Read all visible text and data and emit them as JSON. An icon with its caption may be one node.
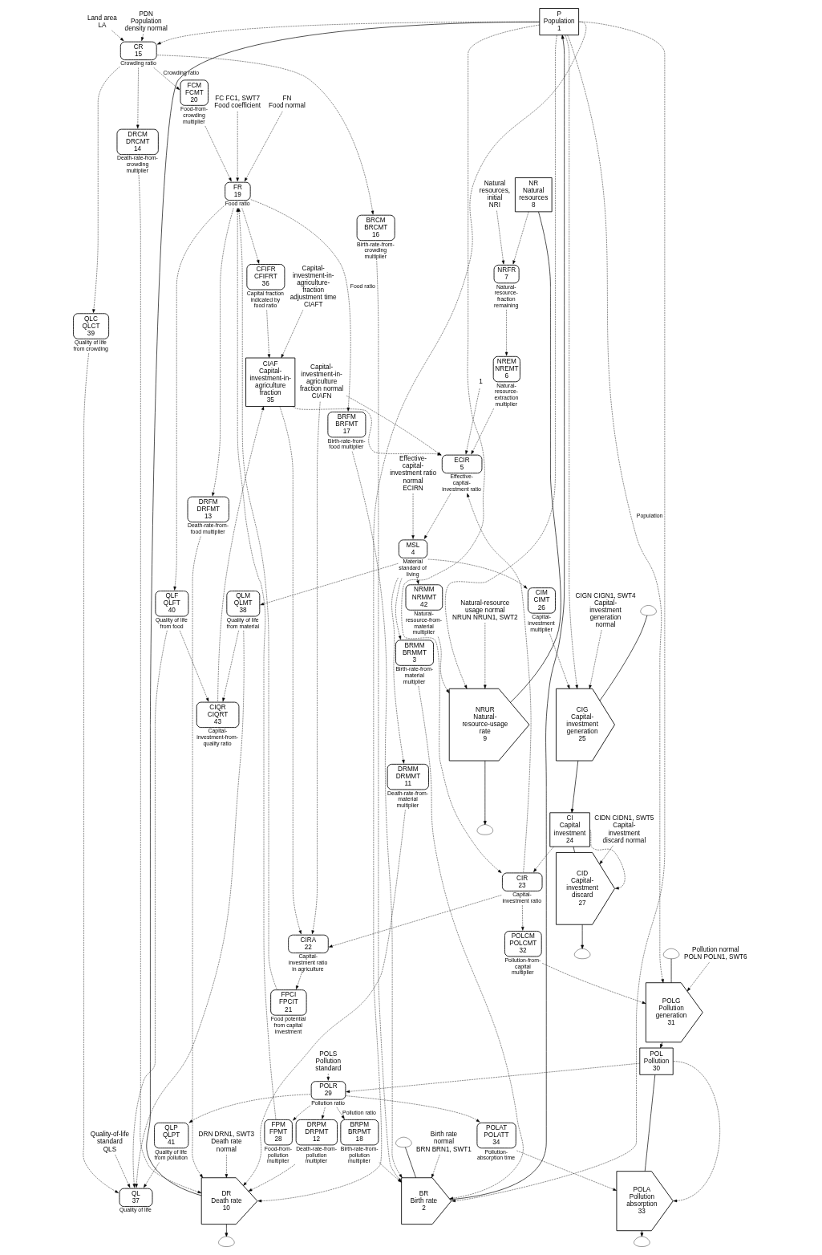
{
  "diagram": {
    "nodes": [
      {
        "text": [
          "P",
          "Population",
          "1"
        ]
      },
      {
        "text": [
          "BR",
          "Birth rate",
          "2"
        ]
      },
      {
        "text": [
          "DR",
          "Death rate",
          "10"
        ]
      },
      {
        "text": [],
        "shape": "cloud"
      },
      {
        "text": [],
        "shape": "cloud"
      },
      {
        "text": [
          "BRMM",
          "BRMMT",
          "3"
        ],
        "beside": [
          "Birth-rate-from-material multiplier"
        ]
      },
      {
        "text": [
          "Birth rate normal",
          "BRN BRN1, SWT1"
        ]
      },
      {
        "text": [
          "DRN DRN1, SWT3",
          "Death rate normal"
        ]
      },
      {
        "text": [
          "DRMM",
          "DRMMT",
          "11"
        ],
        "beside": [
          "Death-rate-from-material multiplier"
        ]
      },
      {
        "text": [
          "BRFM",
          "BRFMT",
          "17"
        ],
        "beside": [
          "Birth-rate-from-food multiplier"
        ]
      },
      {
        "text": [
          "BRCM",
          "BRCMT",
          "16"
        ],
        "beside": [
          "Birth-rate-from-crowding multiplier"
        ]
      },
      {
        "text": [
          "CR",
          "15"
        ],
        "beside": [
          "Crowding ratio"
        ]
      },
      {
        "text": [
          "DRCM",
          "DRCMT",
          "14"
        ],
        "beside": [
          "Death-rate-from-crowding multiplier"
        ]
      },
      {
        "text": [
          "DRFM",
          "DRFMT",
          "13"
        ],
        "beside": [
          "Death-rate-from-food multiplier"
        ]
      },
      {
        "text": [
          "Land area",
          "LA"
        ]
      },
      {
        "text": [
          "PDN",
          "Population density normal"
        ]
      },
      {
        "text": [
          "BRPM",
          "BRPMT",
          "18"
        ],
        "beside": [
          "Birth-rate-from-pollution multiplier"
        ]
      },
      {
        "text": [
          "DRPM",
          "DRPMT",
          "12"
        ],
        "beside": [
          "Death-rate-from-pollution multiplier"
        ]
      },
      {
        "text": [
          "FR",
          "19"
        ],
        "beside": [
          "Food ratio"
        ]
      },
      {
        "text": [
          "FC FC1, SWT7",
          "Food coefficient"
        ]
      },
      {
        "text": [
          "FN",
          "Food normal"
        ]
      },
      {
        "text": [
          "FPCI",
          "FPCIT",
          "21"
        ],
        "beside": [
          "Food potential from capital investment"
        ]
      },
      {
        "text": [
          "FCM",
          "FCMT",
          "20"
        ],
        "beside": [
          "Food-from-crowding multiplier"
        ]
      },
      {
        "text": [
          "FPM",
          "FPMT",
          "28"
        ],
        "beside": [
          "Food-from-pollution multiplier"
        ]
      },
      {
        "text": [
          "POLG",
          "Pollution generation",
          "31"
        ]
      },
      {
        "text": [
          "POL",
          "Pollution",
          "30"
        ]
      },
      {
        "text": [
          "POLA",
          "Pollution absorption",
          "33"
        ]
      },
      {
        "text": [],
        "shape": "cloud"
      },
      {
        "text": [],
        "shape": "cloud"
      },
      {
        "text": [
          "Pollution normal",
          "POLN POLN1, SWT6"
        ]
      },
      {
        "text": [
          "POLCM",
          "POLCMT",
          "32"
        ],
        "beside": [
          "Pollution-from-capital multiplier"
        ]
      },
      {
        "text": [
          "POLR",
          "29"
        ],
        "beside": [
          "Pollution ratio"
        ]
      },
      {
        "text": [
          "POLS",
          "Pollution standard"
        ]
      },
      {
        "text": [
          "POLAT",
          "POLATT",
          "34"
        ],
        "beside": [
          "Pollution-absorption time"
        ]
      },
      {
        "text": [
          "CFIFR",
          "CFIFRT",
          "36"
        ],
        "beside": [
          "Capital fraction indicated by food ratio"
        ]
      },
      {
        "text": [
          "QLC",
          "QLCT",
          "39"
        ],
        "beside": [
          "Quality of life from crowding"
        ]
      },
      {
        "text": [
          "QLP",
          "QLPT",
          "41"
        ],
        "beside": [
          "Quality of life from pollution"
        ]
      },
      {
        "text": [
          "QLF",
          "QLFT",
          "40"
        ],
        "beside": [
          "Quality of life from food"
        ]
      },
      {
        "text": [
          "QL",
          "37"
        ],
        "beside": [
          "Quality of life"
        ]
      },
      {
        "text": [
          "Quality-of-life standard",
          "QLS"
        ]
      },
      {
        "text": [
          "QLM",
          "QLMT",
          "38"
        ],
        "beside": [
          "Quality of life from material"
        ]
      },
      {
        "text": [
          "CIQR",
          "CIQRT",
          "43"
        ],
        "beside": [
          "Capital-investment-from-quality ratio"
        ]
      },
      {
        "text": [
          "CIRA",
          "22"
        ],
        "beside": [
          "Capital-investment ratio in agriculture"
        ]
      },
      {
        "text": [
          "CIAF",
          "Capital-investment-in-agriculture fraction",
          "35"
        ]
      },
      {
        "text": [
          "Capital-investment-in-agriculture-fraction adjustment time",
          "CIAFT"
        ]
      },
      {
        "text": [
          "Capital-investment-in-agriculture fraction normal",
          "CIAFN"
        ]
      },
      {
        "text": [
          "CIR",
          "23"
        ],
        "beside": [
          "Capital-investment ratio"
        ]
      },
      {
        "text": [
          "ECIR",
          "5"
        ],
        "beside": [
          "Effective-capital-investment ratio"
        ]
      },
      {
        "text": [
          "1"
        ]
      },
      {
        "text": [
          "Effective-capital-investment ratio normal",
          "ECIRN"
        ]
      },
      {
        "text": [
          "CIG",
          "Capital-investment generation",
          "25"
        ]
      },
      {
        "text": [
          "CI",
          "Capital investment",
          "24"
        ]
      },
      {
        "text": [
          "CID",
          "Capital-investment discard",
          "27"
        ]
      },
      {
        "text": [],
        "shape": "cloud"
      },
      {
        "text": [],
        "shape": "cloud"
      },
      {
        "text": [
          "CIGN CIGN1, SWT4",
          "Capital-investment generation normal"
        ]
      },
      {
        "text": [
          "CIDN CIDN1, SWT5",
          "Capital-investment discard normal"
        ]
      },
      {
        "text": [
          "CIM",
          "CIMT",
          "26"
        ],
        "beside": [
          "Capital-investment multiplier"
        ]
      },
      {
        "text": [
          "NREM",
          "NREMT",
          "6"
        ],
        "beside": [
          "Natural-resource-extraction multiplier"
        ]
      },
      {
        "text": [
          "NRFR",
          "7"
        ],
        "beside": [
          "Natural-resource-fraction remaining"
        ]
      },
      {
        "text": [
          "MSL",
          "4"
        ],
        "beside": [
          "Material standard of living"
        ]
      },
      {
        "text": [
          "Natural resources, initial",
          "NRI"
        ]
      },
      {
        "text": [
          "NRUR",
          "Natural-resource-usage rate",
          "9"
        ]
      },
      {
        "text": [
          "NR",
          "Natural resources",
          "8"
        ]
      },
      {
        "text": [],
        "shape": "cloud"
      },
      {
        "text": [
          "Natural-resource usage normal",
          "NRUN NRUN1, SWT2"
        ]
      },
      {
        "text": [
          "NRMM",
          "NRMMT",
          "42"
        ],
        "beside": [
          "Natural-resource-from-material multiplier"
        ]
      }
    ],
    "edges": [
      {
        "from": 3,
        "to": 1,
        "arrow": "none"
      },
      {
        "from": 1,
        "to": 0,
        "arrow": "to"
      },
      {
        "from": 0,
        "to": 2,
        "arrow": "none"
      },
      {
        "from": 2,
        "to": 4,
        "arrow": "to"
      },
      {
        "from": 27,
        "to": 24,
        "arrow": "none"
      },
      {
        "from": 24,
        "to": 25,
        "arrow": "to"
      },
      {
        "from": 25,
        "to": 26,
        "arrow": "none"
      },
      {
        "from": 26,
        "to": 28,
        "arrow": "to"
      },
      {
        "from": 53,
        "to": 50,
        "arrow": "none"
      },
      {
        "from": 50,
        "to": 51,
        "arrow": "to"
      },
      {
        "from": 51,
        "to": 52,
        "arrow": "none"
      },
      {
        "from": 52,
        "to": 54,
        "arrow": "to"
      },
      {
        "from": 63,
        "to": 62,
        "arrow": "none"
      },
      {
        "from": 62,
        "to": 64,
        "arrow": "to"
      },
      {
        "from": 0,
        "to": 1,
        "arrow": "to",
        "style": "dashed"
      },
      {
        "from": 0,
        "to": 2,
        "arrow": "to",
        "style": "dashed"
      },
      {
        "from": 5,
        "to": 1,
        "arrow": "to",
        "style": "dashed"
      },
      {
        "from": 6,
        "to": 1,
        "arrow": "to",
        "style": "dashed"
      },
      {
        "from": 9,
        "to": 1,
        "arrow": "to",
        "style": "dashed"
      },
      {
        "from": 10,
        "to": 1,
        "arrow": "to",
        "style": "dashed"
      },
      {
        "from": 16,
        "to": 1,
        "arrow": "to",
        "style": "dashed"
      },
      {
        "from": 7,
        "to": 2,
        "arrow": "to",
        "style": "dashed"
      },
      {
        "from": 8,
        "to": 2,
        "arrow": "to",
        "style": "dashed"
      },
      {
        "from": 12,
        "to": 2,
        "arrow": "to",
        "style": "dashed"
      },
      {
        "from": 13,
        "to": 2,
        "arrow": "to",
        "style": "dashed"
      },
      {
        "from": 17,
        "to": 2,
        "arrow": "to",
        "style": "dashed"
      },
      {
        "from": 0,
        "to": 11,
        "arrow": "to",
        "style": "dashed"
      },
      {
        "from": 14,
        "to": 11,
        "arrow": "to",
        "style": "dashed"
      },
      {
        "from": 15,
        "to": 11,
        "arrow": "to",
        "style": "dashed"
      },
      {
        "from": 11,
        "to": 10,
        "arrow": "to",
        "style": "dashed"
      },
      {
        "from": 11,
        "to": 12,
        "arrow": "to",
        "style": "dashed"
      },
      {
        "from": 11,
        "to": 22,
        "label": "Crowding ratio",
        "arrow": "to",
        "style": "dashed"
      },
      {
        "from": 11,
        "to": 35,
        "arrow": "to",
        "style": "dashed"
      },
      {
        "from": 18,
        "to": 9,
        "label": "Food ratio",
        "arrow": "to",
        "style": "dashed"
      },
      {
        "from": 18,
        "to": 13,
        "arrow": "to",
        "style": "dashed"
      },
      {
        "from": 18,
        "to": 37,
        "arrow": "to",
        "style": "dashed"
      },
      {
        "from": 18,
        "to": 34,
        "arrow": "to",
        "style": "dashed"
      },
      {
        "from": 31,
        "to": 16,
        "label": "Pollution ratio",
        "arrow": "to",
        "style": "dashed"
      },
      {
        "from": 31,
        "to": 17,
        "arrow": "to",
        "style": "dashed"
      },
      {
        "from": 31,
        "to": 23,
        "arrow": "to",
        "style": "dashed"
      },
      {
        "from": 31,
        "to": 36,
        "arrow": "to",
        "style": "dashed"
      },
      {
        "from": 31,
        "to": 33,
        "arrow": "to",
        "style": "dashed"
      },
      {
        "from": 0,
        "to": 24,
        "label": "Population",
        "arrow": "to",
        "style": "dashed"
      },
      {
        "from": 0,
        "to": 50,
        "arrow": "to",
        "style": "dashed"
      },
      {
        "from": 0,
        "to": 62,
        "arrow": "to",
        "style": "dashed"
      },
      {
        "from": 0,
        "to": 46,
        "arrow": "to",
        "style": "dashed"
      },
      {
        "from": 22,
        "to": 18,
        "arrow": "to",
        "style": "dashed"
      },
      {
        "from": 21,
        "to": 18,
        "arrow": "to",
        "style": "dashed"
      },
      {
        "from": 23,
        "to": 18,
        "arrow": "to",
        "style": "dashed"
      },
      {
        "from": 19,
        "to": 18,
        "arrow": "to",
        "style": "dashed"
      },
      {
        "from": 20,
        "to": 18,
        "arrow": "to",
        "style": "dashed"
      },
      {
        "from": 42,
        "to": 21,
        "arrow": "to",
        "style": "dashed"
      },
      {
        "from": 46,
        "to": 42,
        "arrow": "to",
        "style": "dashed"
      },
      {
        "from": 43,
        "to": 42,
        "arrow": "to",
        "style": "dashed"
      },
      {
        "from": 45,
        "to": 42,
        "arrow": "to",
        "style": "dashed"
      },
      {
        "from": 45,
        "to": 47,
        "arrow": "to",
        "style": "dashed"
      },
      {
        "from": 43,
        "to": 47,
        "arrow": "to",
        "style": "dashed"
      },
      {
        "from": 46,
        "to": 47,
        "arrow": "to",
        "style": "dashed"
      },
      {
        "from": 48,
        "to": 47,
        "arrow": "to",
        "style": "dashed"
      },
      {
        "from": 58,
        "to": 47,
        "arrow": "to",
        "style": "dashed"
      },
      {
        "from": 47,
        "to": 60,
        "arrow": "to",
        "style": "dashed"
      },
      {
        "from": 49,
        "to": 60,
        "arrow": "to",
        "style": "dashed"
      },
      {
        "from": 60,
        "to": 5,
        "arrow": "to",
        "style": "dashed"
      },
      {
        "from": 60,
        "to": 8,
        "arrow": "to",
        "style": "dashed"
      },
      {
        "from": 60,
        "to": 66,
        "arrow": "to",
        "style": "dashed"
      },
      {
        "from": 60,
        "to": 57,
        "arrow": "to",
        "style": "dashed"
      },
      {
        "from": 60,
        "to": 40,
        "arrow": "to",
        "style": "dashed"
      },
      {
        "from": 59,
        "to": 58,
        "arrow": "to",
        "style": "dashed"
      },
      {
        "from": 63,
        "to": 59,
        "arrow": "to",
        "style": "dashed"
      },
      {
        "from": 61,
        "to": 59,
        "arrow": "to",
        "style": "dashed"
      },
      {
        "from": 66,
        "to": 62,
        "arrow": "to",
        "style": "dashed"
      },
      {
        "from": 65,
        "to": 62,
        "arrow": "to",
        "style": "dashed"
      },
      {
        "from": 57,
        "to": 50,
        "arrow": "to",
        "style": "dashed"
      },
      {
        "from": 55,
        "to": 50,
        "arrow": "to",
        "style": "dashed"
      },
      {
        "from": 56,
        "to": 52,
        "arrow": "to",
        "style": "dashed"
      },
      {
        "from": 51,
        "to": 52,
        "arrow": "to",
        "style": "dashed"
      },
      {
        "from": 51,
        "to": 46,
        "arrow": "to",
        "style": "dashed"
      },
      {
        "from": 46,
        "to": 30,
        "arrow": "to",
        "style": "dashed"
      },
      {
        "from": 30,
        "to": 24,
        "arrow": "to",
        "style": "dashed"
      },
      {
        "from": 29,
        "to": 24,
        "arrow": "to",
        "style": "dashed"
      },
      {
        "from": 25,
        "to": 31,
        "arrow": "to",
        "style": "dashed"
      },
      {
        "from": 32,
        "to": 31,
        "arrow": "to",
        "style": "dashed"
      },
      {
        "from": 25,
        "to": 26,
        "arrow": "to",
        "style": "dashed"
      },
      {
        "from": 33,
        "to": 26,
        "arrow": "to",
        "style": "dashed"
      },
      {
        "from": 35,
        "to": 38,
        "arrow": "to",
        "style": "dashed"
      },
      {
        "from": 36,
        "to": 38,
        "arrow": "to",
        "style": "dashed"
      },
      {
        "from": 37,
        "to": 38,
        "arrow": "to",
        "style": "dashed"
      },
      {
        "from": 40,
        "to": 38,
        "arrow": "to",
        "style": "dashed"
      },
      {
        "from": 39,
        "to": 38,
        "arrow": "to",
        "style": "dashed"
      },
      {
        "from": 40,
        "to": 41,
        "arrow": "to",
        "style": "dashed"
      },
      {
        "from": 37,
        "to": 41,
        "arrow": "to",
        "style": "dashed"
      },
      {
        "from": 41,
        "to": 43,
        "arrow": "to",
        "style": "dashed"
      },
      {
        "from": 34,
        "to": 43,
        "arrow": "to",
        "style": "dashed"
      },
      {
        "from": 44,
        "to": 43,
        "arrow": "to",
        "style": "dashed"
      }
    ]
  }
}
